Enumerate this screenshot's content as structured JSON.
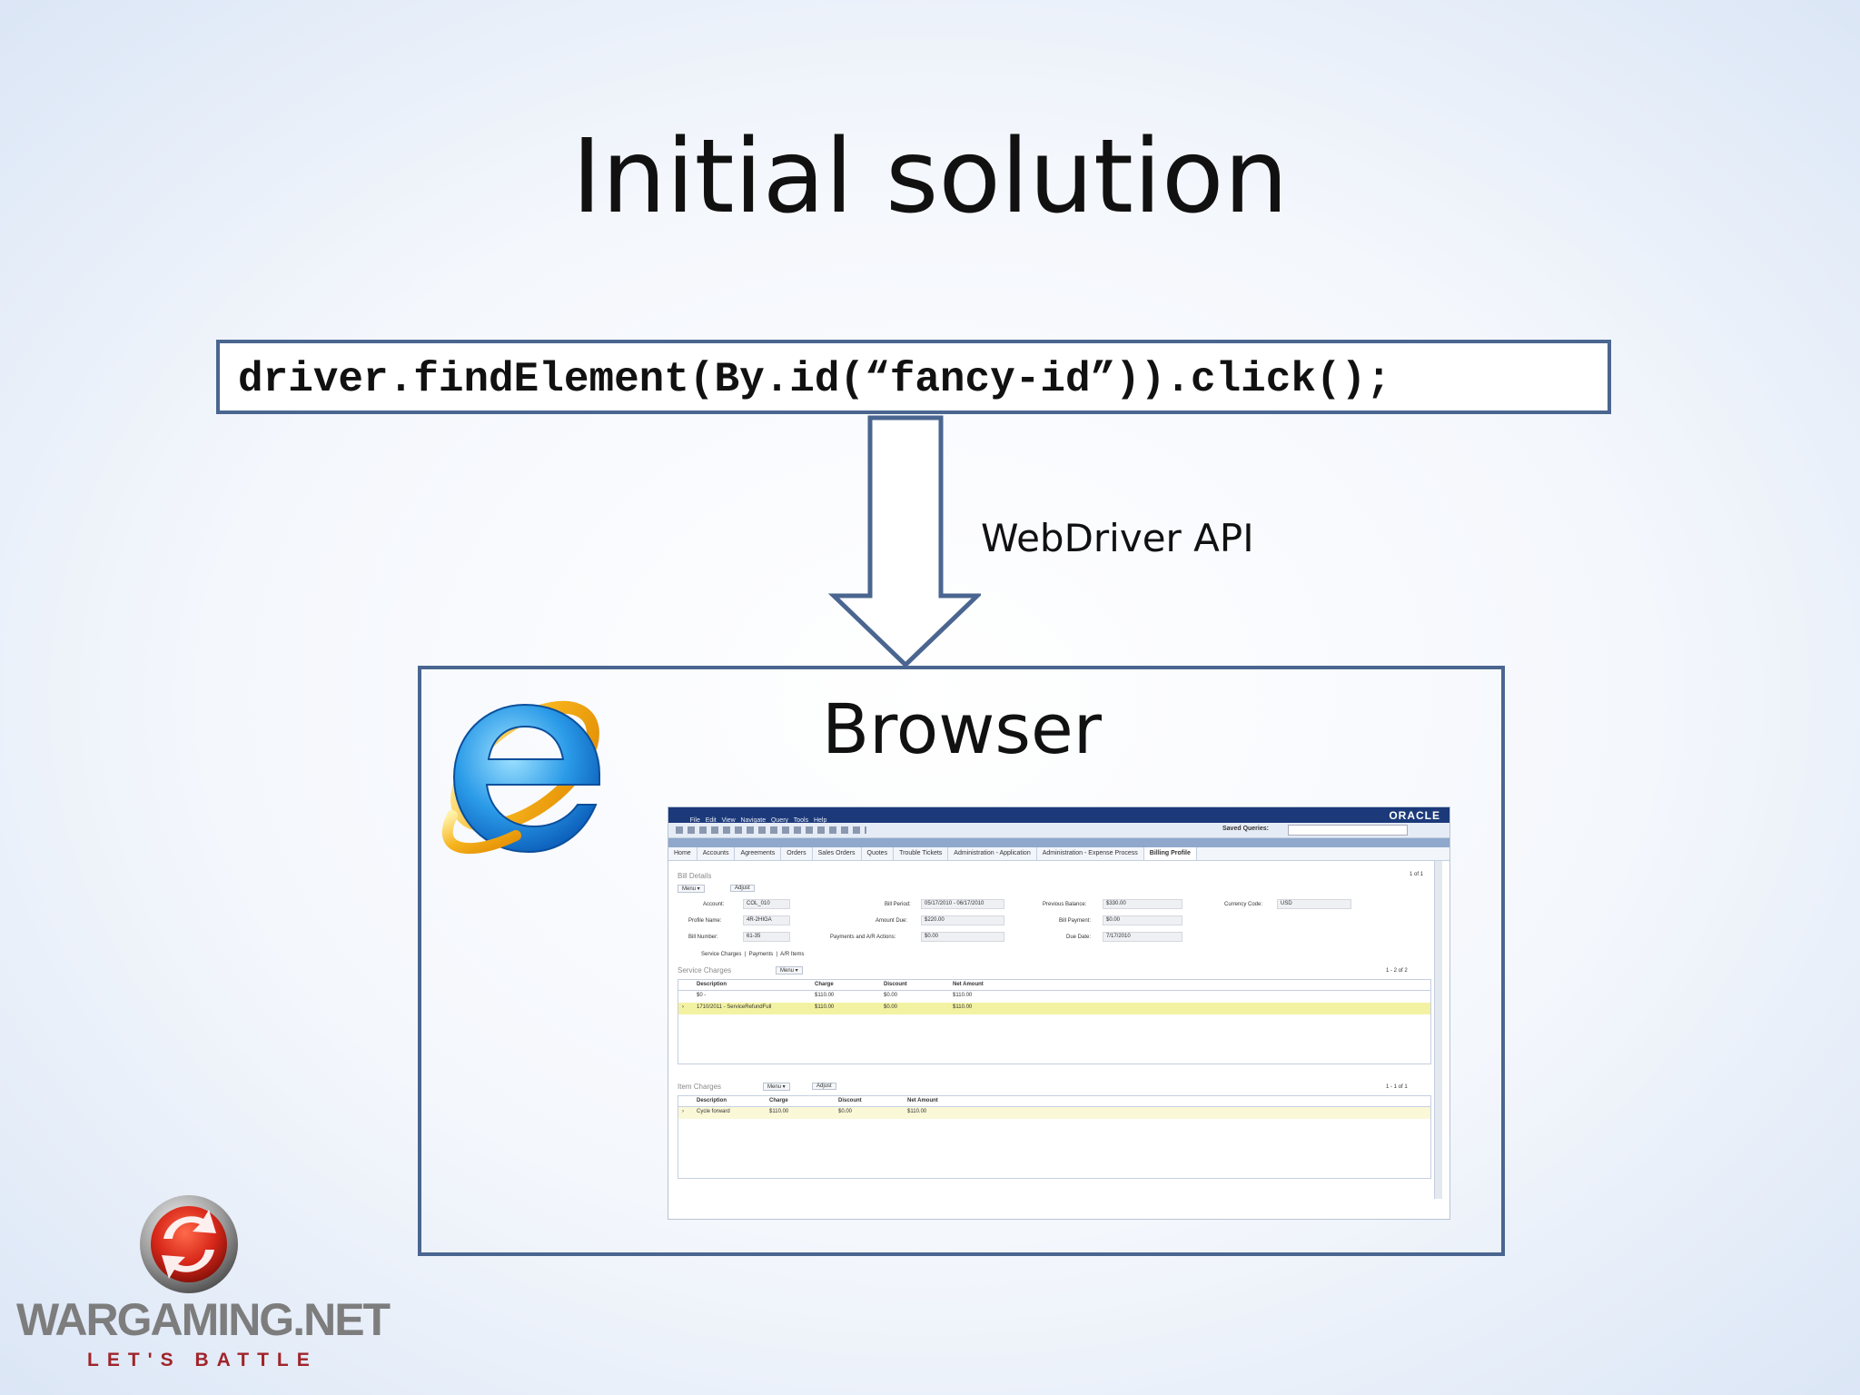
{
  "slide": {
    "title": "Initial solution",
    "code_line": "driver.findElement(By.id(“fancy-id”)).click();",
    "arrow_label": "WebDriver API",
    "browser_label": "Browser"
  },
  "icons": {
    "browser_logo": "internet-explorer-icon",
    "company_emblem": "wargaming-emblem-icon"
  },
  "footer": {
    "company_name": "WARGAMING.NET",
    "tagline": "LET'S BATTLE"
  },
  "embedded_screenshot": {
    "brand": "ORACLE",
    "menu_items": [
      "File",
      "Edit",
      "View",
      "Navigate",
      "Query",
      "Tools",
      "Help"
    ],
    "saved_queries_label": "Saved Queries:",
    "tabs": [
      "Home",
      "Accounts",
      "Agreements",
      "Orders",
      "Sales Orders",
      "Quotes",
      "Trouble Tickets",
      "Administration - Application",
      "Administration - Expense Process",
      "Billing Profile"
    ],
    "section_bill_details": "Bill Details",
    "buttons": {
      "menu": "Menu ▾",
      "adjust": "Adjust"
    },
    "fields": [
      {
        "label": "Account:",
        "value": "COL_010"
      },
      {
        "label": "Profile Name:",
        "value": "4R-2HIGA"
      },
      {
        "label": "Bill Number:",
        "value": "61-35"
      },
      {
        "label": "Bill Period:",
        "value": "05/17/2010 - 06/17/2010"
      },
      {
        "label": "Amount Due:",
        "value": "$220.00"
      },
      {
        "label": "Payments and A/R Actions:",
        "value": "$0.00"
      },
      {
        "label": "Previous Balance:",
        "value": "$330.00"
      },
      {
        "label": "Bill Payment:",
        "value": "$0.00"
      },
      {
        "label": "Due Date:",
        "value": "7/17/2010"
      },
      {
        "label": "Currency Code:",
        "value": "USD"
      }
    ],
    "subtabs": "Service Charges  |  Payments  |  A/R Items",
    "section_service_charges": "Service Charges",
    "service_grid": {
      "headers": [
        "Description",
        "Charge",
        "Discount",
        "Net Amount"
      ],
      "rows": [
        [
          "$0 -",
          "$110.00",
          "$0.00",
          "$110.00"
        ],
        [
          "1710/2011 - ServiceRefundFull",
          "$110.00",
          "$0.00",
          "$110.00"
        ]
      ]
    },
    "section_item_charges": "Item Charges",
    "item_grid": {
      "headers": [
        "Description",
        "Charge",
        "Discount",
        "Net Amount"
      ],
      "rows": [
        [
          "Cycle forward",
          "$110.00",
          "$0.00",
          "$110.00"
        ]
      ]
    },
    "counter_top": "1 of 1",
    "counter_service": "1 - 2 of 2",
    "counter_item": "1 - 1 of 1"
  }
}
